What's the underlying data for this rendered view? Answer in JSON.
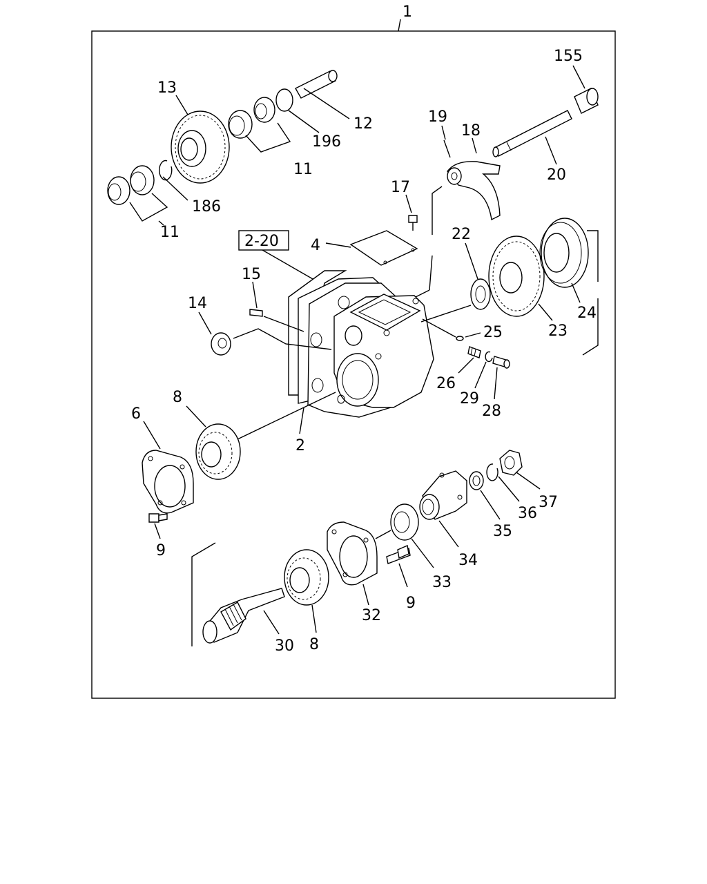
{
  "assembly_label": "1",
  "reference_box": "2-20",
  "callouts": {
    "p155": "155",
    "p13": "13",
    "p12": "12",
    "p196": "196",
    "p11a": "11",
    "p11b": "11",
    "p186": "186",
    "p19": "19",
    "p18": "18",
    "p20": "20",
    "p17": "17",
    "p4": "4",
    "p15": "15",
    "p14": "14",
    "p22": "22",
    "p23": "23",
    "p24": "24",
    "p25": "25",
    "p26": "26",
    "p29": "29",
    "p28": "28",
    "p2": "2",
    "p8a": "8",
    "p6": "6",
    "p9a": "9",
    "p37": "37",
    "p36": "36",
    "p35": "35",
    "p34": "34",
    "p33": "33",
    "p32": "32",
    "p9b": "9",
    "p30": "30",
    "p8b": "8"
  }
}
